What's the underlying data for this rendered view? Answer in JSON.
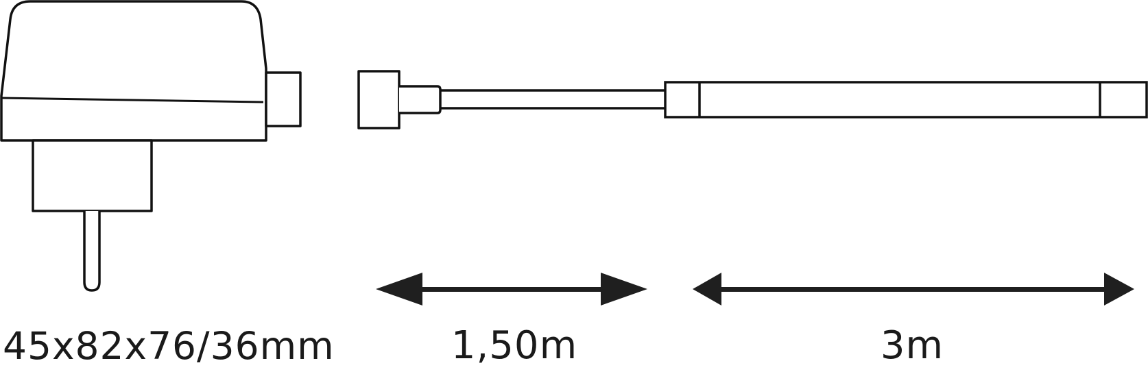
{
  "diagram": {
    "title": "LED strip set dimensional drawing",
    "stroke_color": "#111111",
    "fill_color": "#ffffff",
    "arrow_color": "#1f1f1f",
    "components": [
      {
        "id": "power-adapter",
        "name": "Plug-in power adapter"
      },
      {
        "id": "connector-cable",
        "name": "Connector cable"
      },
      {
        "id": "led-strip",
        "name": "LED strip"
      }
    ]
  },
  "labels": {
    "adapter_dimensions": "45x82x76/36mm",
    "cable_length": "1,50m",
    "strip_length": "3m"
  },
  "dimensions": {
    "adapter": {
      "width_mm": 45,
      "height_mm": 82,
      "depth_mm": 76,
      "plug_depth_mm": 36
    },
    "cable": {
      "length_m": 1.5
    },
    "strip": {
      "length_m": 3
    }
  }
}
